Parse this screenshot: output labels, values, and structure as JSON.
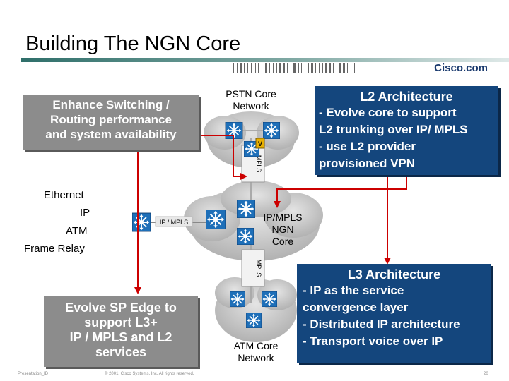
{
  "slide": {
    "title": "Building The NGN Core",
    "brand": "Cisco.com"
  },
  "enhance_box": {
    "lines": [
      "Enhance Switching /",
      "Routing performance",
      "and system availability"
    ]
  },
  "evolve_box": {
    "lines": [
      "Evolve SP Edge to",
      "support L3+",
      "IP / MPLS and L2",
      "services"
    ]
  },
  "l2_box": {
    "heading": "L2 Architecture",
    "lines": [
      "- Evolve core to support",
      "L2 trunking over IP/ MPLS",
      "- use L2 provider",
      "provisioned VPN"
    ]
  },
  "l3_box": {
    "heading": "L3 Architecture",
    "lines": [
      "- IP as the service",
      "convergence layer",
      "- Distributed IP architecture",
      "- Transport voice over IP"
    ]
  },
  "clouds": {
    "pstn": [
      "PSTN Core",
      "Network"
    ],
    "core": [
      "IP/MPLS",
      "NGN",
      "Core"
    ],
    "atm": [
      "ATM Core",
      "Network"
    ]
  },
  "labels": {
    "ethernet": "Ethernet",
    "ip": "IP",
    "atm": "ATM",
    "frame_relay": "Frame Relay",
    "edge_link": "IP / MPLS",
    "mpls_top": "MPLS",
    "mpls_bottom": "MPLS",
    "voice_marker": "V"
  },
  "footer": {
    "left": "Presentation_ID",
    "center": "© 2001, Cisco Systems, Inc. All rights reserved.",
    "page": "20"
  },
  "colors": {
    "box_dark_blue": "#14467d",
    "box_gray": "#8c8c8c",
    "arrow_red": "#cc0000",
    "router_blue": "#1e6fb8",
    "cloud_gray": "#c8c8c8"
  },
  "icons": [
    "router-icon",
    "switch-icon",
    "cloud-icon"
  ]
}
